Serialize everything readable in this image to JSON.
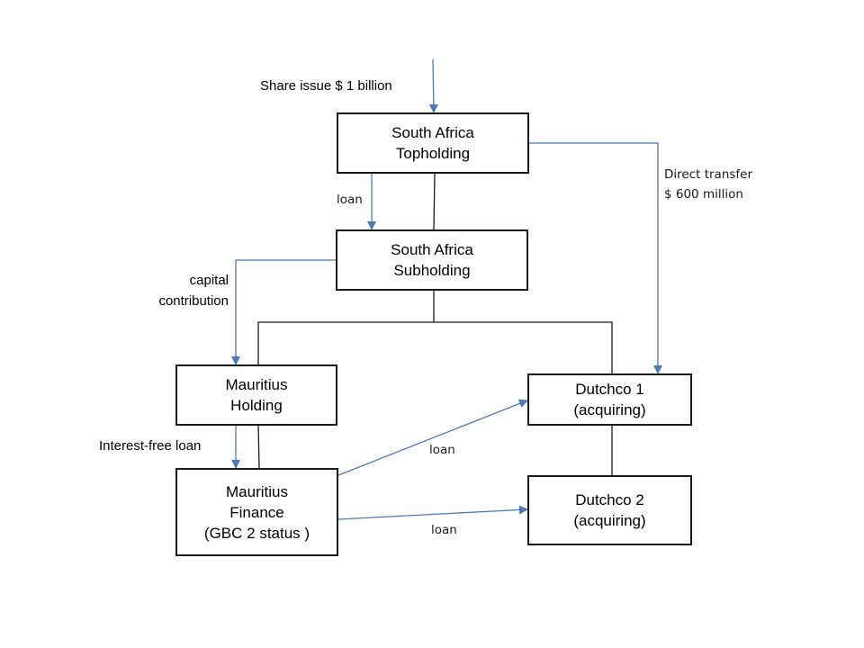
{
  "colors": {
    "flow_arrow": "#4a7ab5",
    "structure_line": "#1a1a1a"
  },
  "entities": {
    "topholding": {
      "line1": "South Africa",
      "line2": "Topholding"
    },
    "subholding": {
      "line1": "South Africa",
      "line2": "Subholding"
    },
    "mauritius_holding": {
      "line1": "Mauritius",
      "line2": "Holding"
    },
    "mauritius_finance": {
      "line1": "Mauritius",
      "line2": "Finance",
      "line3": "(GBC 2 status )"
    },
    "dutchco1": {
      "line1": "Dutchco 1",
      "line2": "(acquiring)"
    },
    "dutchco2": {
      "line1": "Dutchco 2",
      "line2": "(acquiring)"
    }
  },
  "flows": {
    "share_issue": "Share issue $ 1 billion",
    "loan_top_to_sub": "loan",
    "capital_contribution": {
      "line1": "capital",
      "line2": "contribution"
    },
    "direct_transfer": {
      "line1": "Direct transfer",
      "line2": "$ 600 million"
    },
    "interest_free_loan": "Interest-free loan",
    "loan_to_dutchco1": "loan",
    "loan_to_dutchco2": "loan"
  }
}
